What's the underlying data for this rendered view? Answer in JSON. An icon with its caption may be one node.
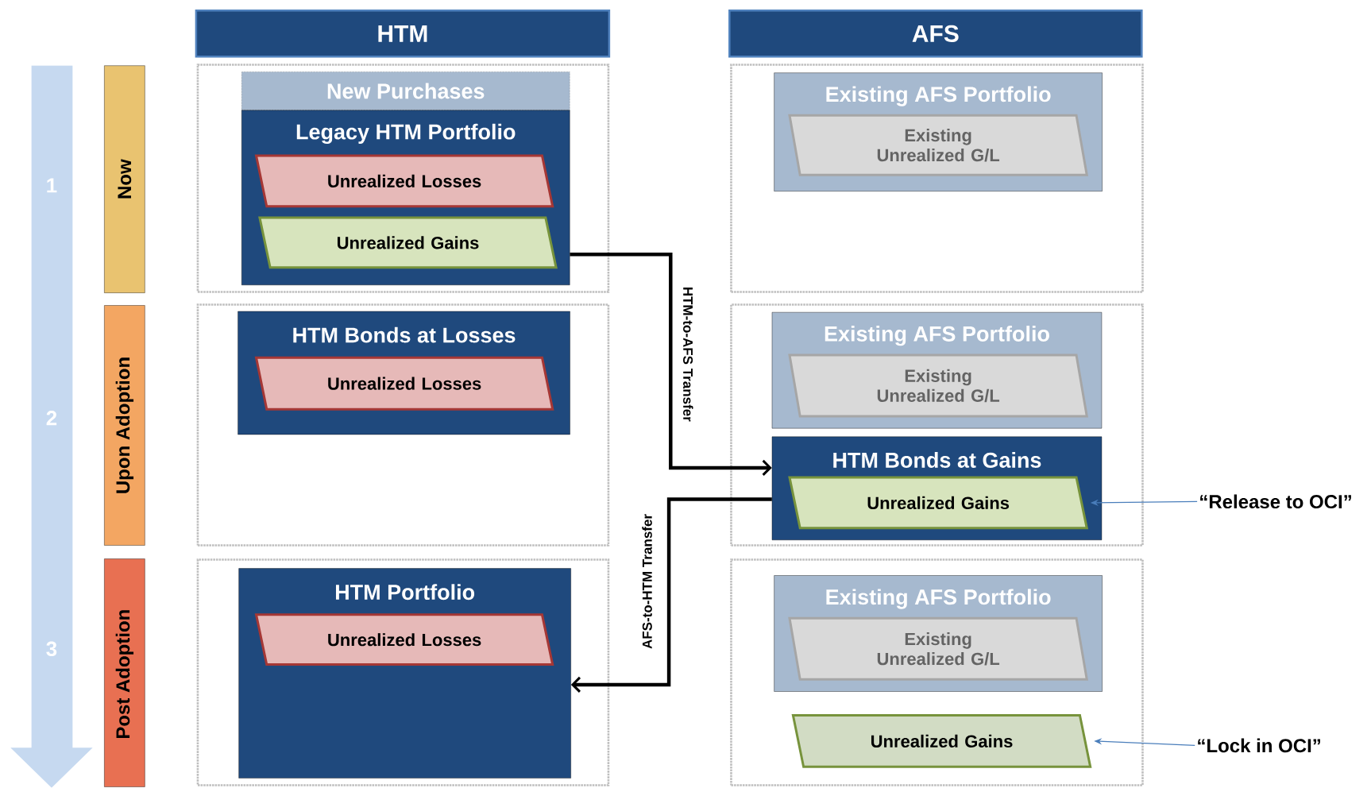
{
  "diagram": {
    "nodes": [
      {
        "text": [
          "HTM"
        ]
      },
      {
        "text": [
          "AFS"
        ]
      },
      {
        "text": [
          "Now"
        ]
      },
      {
        "text": [
          "Upon Adoption"
        ]
      },
      {
        "text": [
          "Post Adoption"
        ]
      },
      {
        "text": [],
        "shape": "box"
      },
      {
        "text": [
          "New Purchases"
        ],
        "in": 5
      },
      {
        "text": [
          "Legacy HTM Portfolio"
        ],
        "in": 5
      },
      {
        "text": [
          "Unrealized Losses"
        ],
        "in": 7
      },
      {
        "text": [
          "Unrealized Gains"
        ],
        "in": 7
      },
      {
        "text": [],
        "shape": "box"
      },
      {
        "text": [
          "Existing AFS Portfolio"
        ],
        "in": 10
      },
      {
        "text": [
          "Existing Unrealized G/L"
        ],
        "in": 11
      },
      {
        "text": [],
        "shape": "box"
      },
      {
        "text": [
          "HTM Bonds at Losses"
        ],
        "in": 13
      },
      {
        "text": [
          "Unrealized Losses"
        ],
        "in": 14
      },
      {
        "text": [],
        "shape": "box"
      },
      {
        "text": [
          "Existing AFS Portfolio"
        ],
        "in": 16
      },
      {
        "text": [
          "Existing Unrealized G/L"
        ],
        "in": 17
      },
      {
        "text": [
          "HTM Bonds at Gains"
        ],
        "in": 16
      },
      {
        "text": [
          "Unrealized Gains"
        ],
        "in": 19
      },
      {
        "text": [
          "“Release to OCI”"
        ]
      },
      {
        "text": [],
        "shape": "box"
      },
      {
        "text": [
          "HTM Portfolio"
        ],
        "in": 22
      },
      {
        "text": [
          "Unrealized Losses"
        ],
        "in": 23
      },
      {
        "text": [],
        "shape": "box"
      },
      {
        "text": [
          "Existing AFS Portfolio"
        ],
        "in": 25
      },
      {
        "text": [
          "Existing Unrealized G/L"
        ],
        "in": 26
      },
      {
        "text": [
          "Unrealized Gains"
        ],
        "in": 25
      },
      {
        "text": [
          "“Lock in OCI”"
        ]
      }
    ],
    "edges": [
      {
        "from": 7,
        "to": 19,
        "arrow": "to",
        "label": "HTM-to-AFS Transfer",
        "style": "thick"
      },
      {
        "from": 19,
        "to": 23,
        "arrow": "to",
        "label": "AFS-to-HTM Transfer",
        "style": "thick"
      },
      {
        "from": 21,
        "to": 20,
        "arrow": "to",
        "color": "#4a7ebb"
      },
      {
        "from": 29,
        "to": 28,
        "arrow": "to",
        "color": "#4a7ebb"
      }
    ],
    "labels": [
      "1",
      "2",
      "3"
    ]
  }
}
